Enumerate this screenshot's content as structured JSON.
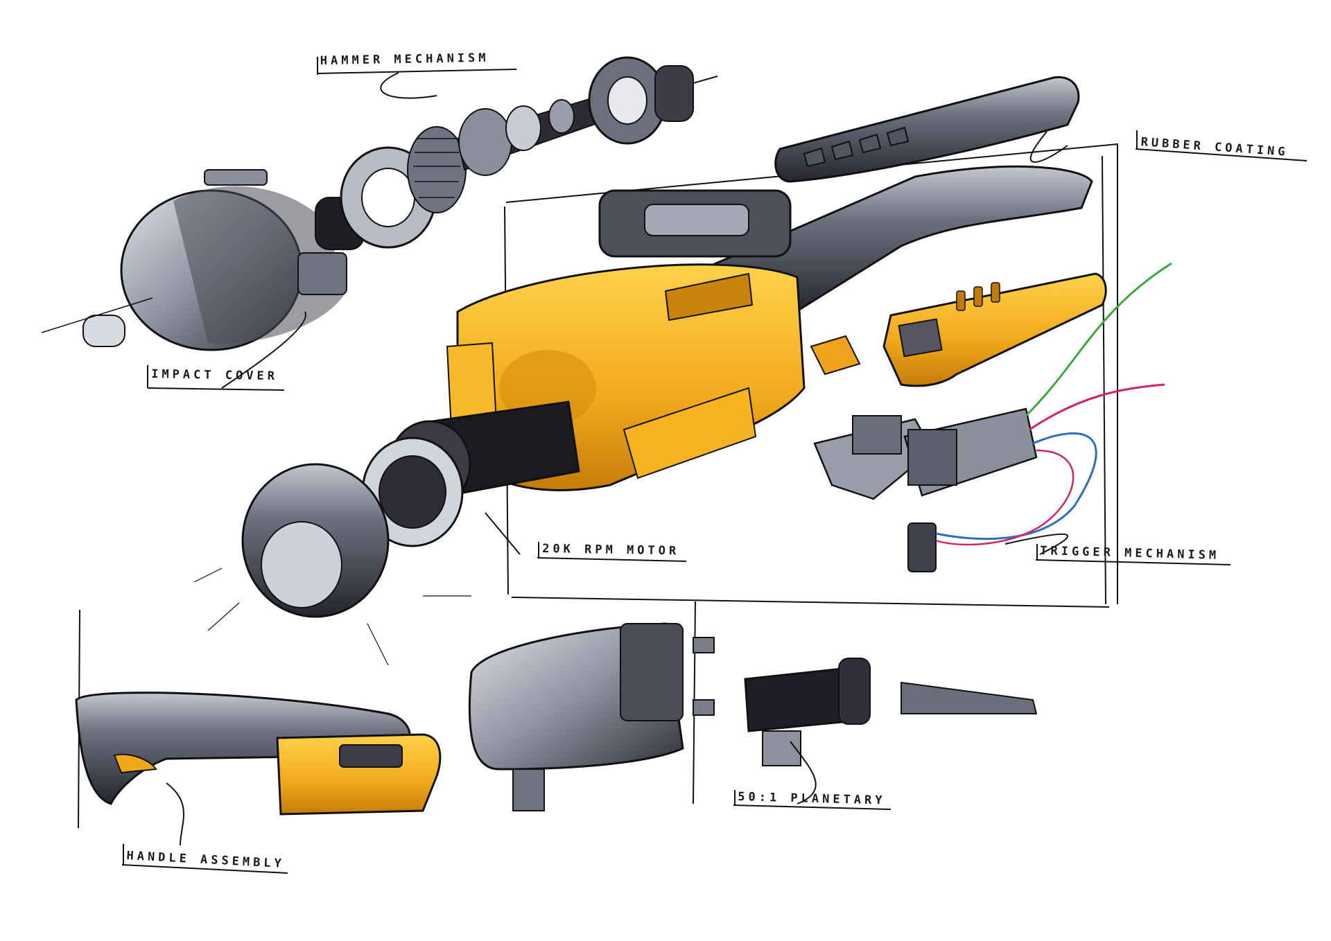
{
  "colors": {
    "ink": "#111111",
    "shell_dark": "#3c3d48",
    "shell_mid": "#6b6e7c",
    "shell_light": "#b9bcc7",
    "yellow": "#f1a71a",
    "yellow_light": "#ffcf3a",
    "wire_green": "#3aa83a",
    "wire_pink": "#d0226a",
    "wire_blue": "#2a6fc0"
  },
  "labels": {
    "hammer": "HAMMER MECHANISM",
    "rubber": "RUBBER COATING",
    "impact": "IMPACT COVER",
    "motor": "20K RPM MOTOR",
    "trigger": "TRIGGER MECHANISM",
    "planetary": "50:1 PLANETARY",
    "handle": "HANDLE ASSEMBLY"
  }
}
